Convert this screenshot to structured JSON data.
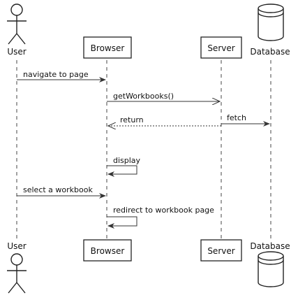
{
  "participants": {
    "user": "User",
    "browser": "Browser",
    "server": "Server",
    "database": "Database"
  },
  "messages": [
    {
      "label": "navigate to page",
      "from": "User",
      "to": "Browser",
      "style": "solid"
    },
    {
      "label": "getWorkbooks()",
      "from": "Browser",
      "to": "Server",
      "style": "solid-open"
    },
    {
      "label": "fetch",
      "from": "Server",
      "to": "Database",
      "style": "solid"
    },
    {
      "label": "return",
      "from": "Server",
      "to": "Browser",
      "style": "dashed-open"
    },
    {
      "label": "display",
      "from": "Browser",
      "to": "Browser",
      "style": "self"
    },
    {
      "label": "select a workbook",
      "from": "User",
      "to": "Browser",
      "style": "solid"
    },
    {
      "label": "redirect to workbook page",
      "from": "Browser",
      "to": "Browser",
      "style": "self"
    }
  ]
}
